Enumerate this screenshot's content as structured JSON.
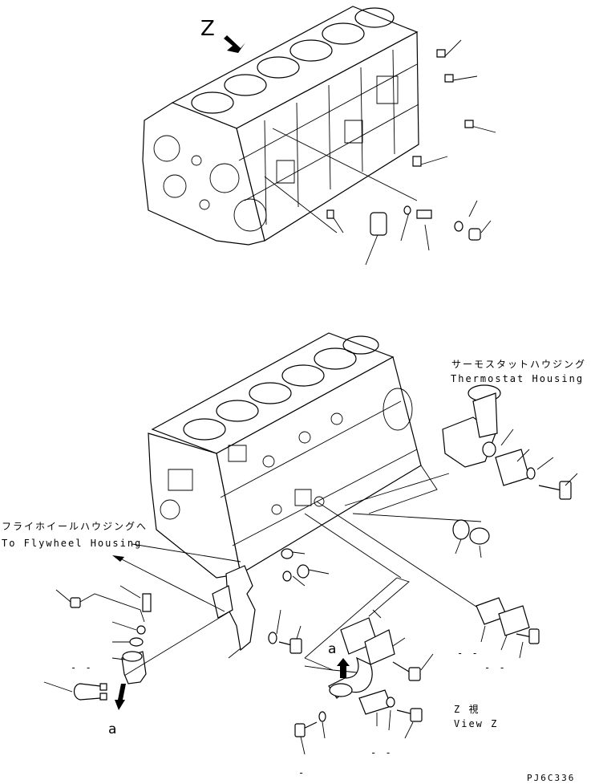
{
  "labels": {
    "view_letter": "Z",
    "thermostat_jp": "サーモスタットハウジング",
    "thermostat_en": "Thermostat Housing",
    "flywheel_jp": "フライホイールハウジングへ",
    "flywheel_en": "To Flywheel Housing",
    "detail_a_upper": "a",
    "detail_a_lower": "a",
    "view_z_jp": "Z  視",
    "view_z_en": "View Z",
    "drawing_code": "PJ6C336"
  },
  "placeholders": {
    "p1": "- -",
    "p2": "- -",
    "p3": "- -",
    "p4": "- -",
    "p5": "-"
  }
}
